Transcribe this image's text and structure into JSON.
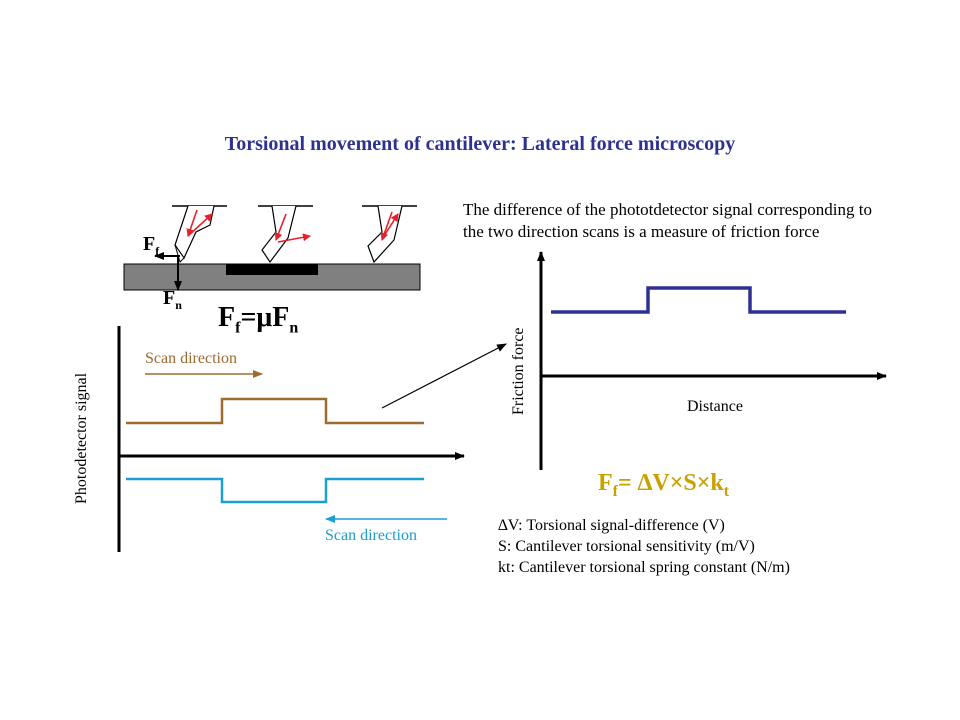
{
  "title": "Torsional movement of cantilever: Lateral force microscopy",
  "description": [
    "The difference of the phototdetector signal corresponding to",
    "the two direction scans is a measure of friction force"
  ],
  "schematic": {
    "ff_label": "F",
    "ff_sub": "f",
    "fn_label": "F",
    "fn_sub": "n"
  },
  "friction_relation": {
    "lhs": "F",
    "lhs_sub": "f",
    "eq": "=μF",
    "rhs_sub": "n"
  },
  "photodetector_plot": {
    "ylabel": "Photodetector signal",
    "forward_label": "Scan direction",
    "backward_label": "Scan direction",
    "forward_color": "#9c6b30",
    "backward_color": "#1aa0d0"
  },
  "friction_plot": {
    "ylabel": "Friction force",
    "xlabel": "Distance",
    "line_color": "#2e3192"
  },
  "main_equation": {
    "lhs": "F",
    "lhs_sub": "f",
    "rhs": "= ∆V×S×k",
    "rhs_sub": "t"
  },
  "legend": [
    "∆V: Torsional signal-difference (V)",
    "S: Cantilever torsional sensitivity (m/V)",
    "kt: Cantilever torsional spring constant (N/m)"
  ],
  "colors": {
    "title": "#2e3192",
    "equation": "#c8a000",
    "arrow_red": "#e8202a",
    "surface": "#808080"
  },
  "icons": [
    "cantilever-tip-icon"
  ]
}
